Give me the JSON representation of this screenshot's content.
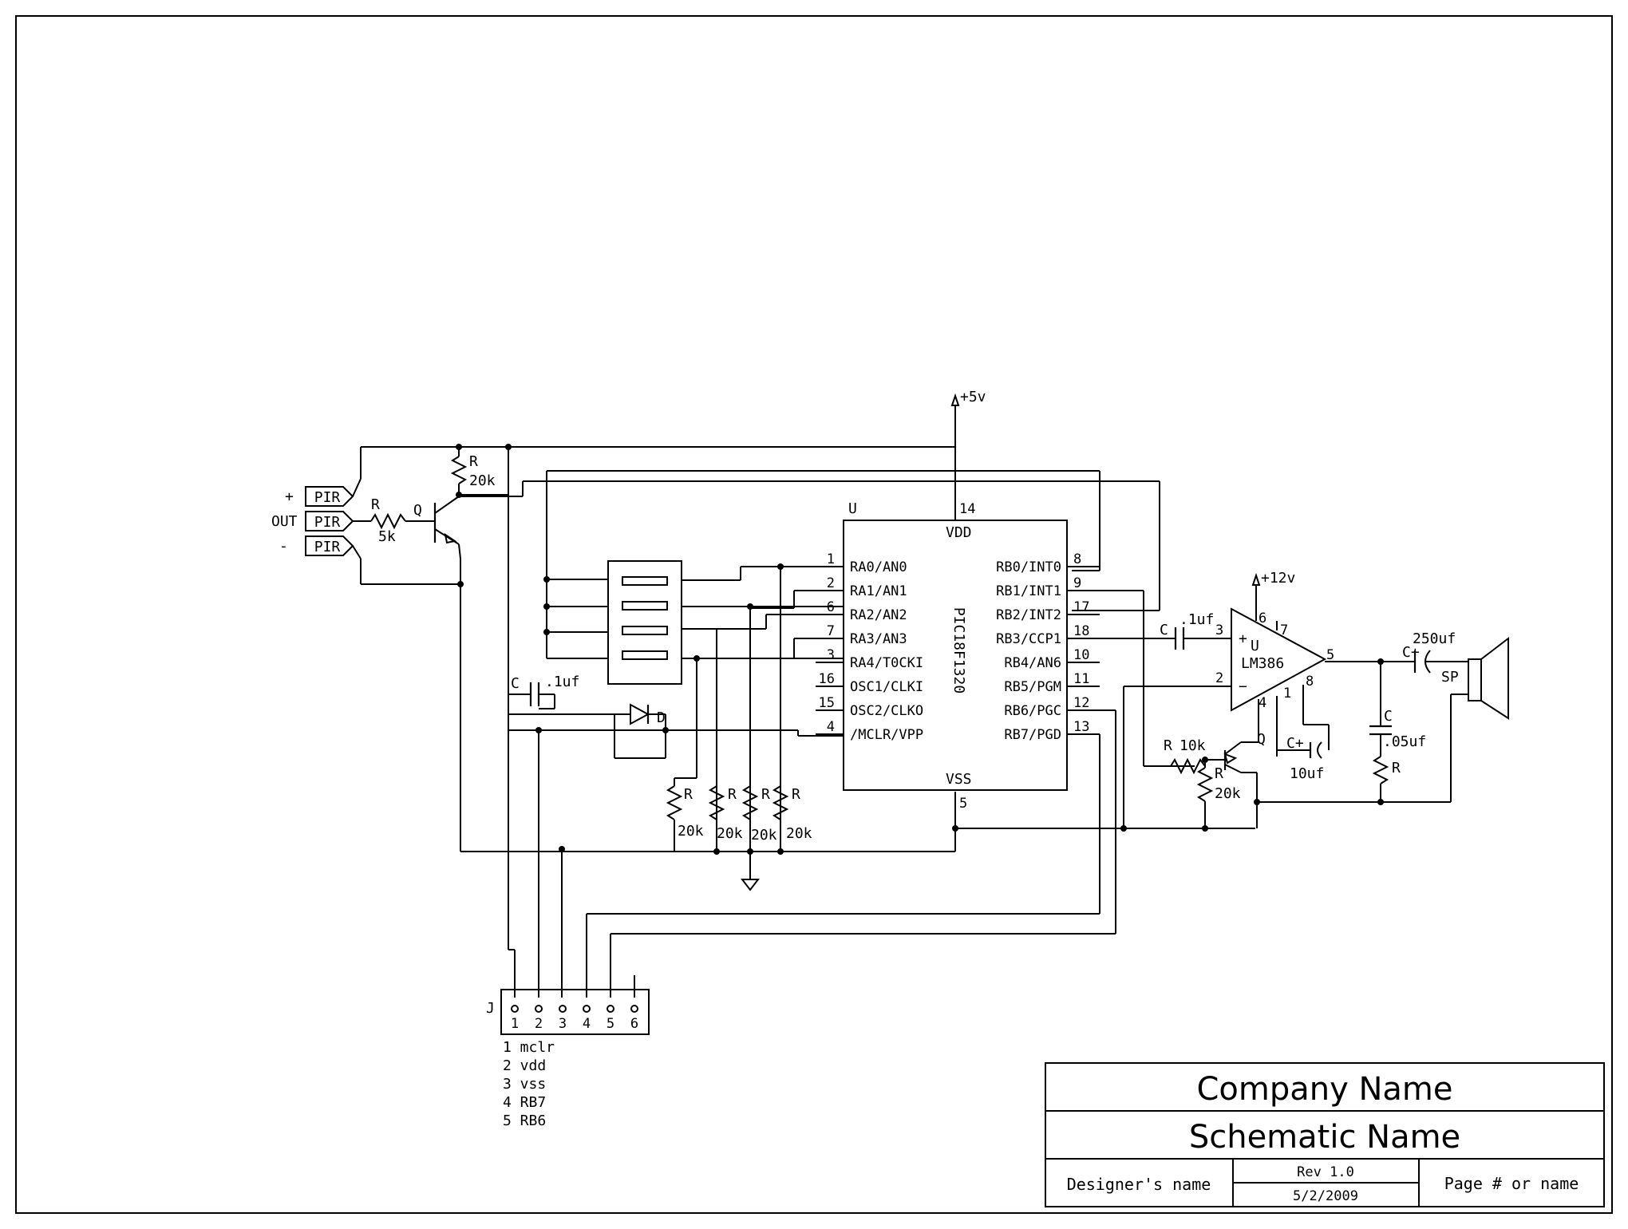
{
  "schematic": {
    "supply_5v": "+5v",
    "supply_12v": "+12v",
    "mcu": {
      "ref": "U",
      "part": "PIC18F1320",
      "vdd_label": "VDD",
      "vss_label": "VSS",
      "vdd_pin": "14",
      "vss_pin": "5",
      "left_pins": [
        {
          "num": "1",
          "name": "RA0/AN0"
        },
        {
          "num": "2",
          "name": "RA1/AN1"
        },
        {
          "num": "6",
          "name": "RA2/AN2"
        },
        {
          "num": "7",
          "name": "RA3/AN3"
        },
        {
          "num": "3",
          "name": "RA4/T0CKI"
        },
        {
          "num": "16",
          "name": "OSC1/CLKI"
        },
        {
          "num": "15",
          "name": "OSC2/CLKO"
        },
        {
          "num": "4",
          "name": "/MCLR/VPP"
        }
      ],
      "right_pins": [
        {
          "num": "8",
          "name": "RB0/INT0"
        },
        {
          "num": "9",
          "name": "RB1/INT1"
        },
        {
          "num": "17",
          "name": "RB2/INT2"
        },
        {
          "num": "18",
          "name": "RB3/CCP1"
        },
        {
          "num": "10",
          "name": "RB4/AN6"
        },
        {
          "num": "11",
          "name": "RB5/PGM"
        },
        {
          "num": "12",
          "name": "RB6/PGC"
        },
        {
          "num": "13",
          "name": "RB7/PGD"
        }
      ]
    },
    "pir": {
      "plus": "+",
      "out": "OUT",
      "minus": "-",
      "connector_label": "PIR"
    },
    "transistor_q1": {
      "ref": "Q"
    },
    "r_pir_out": {
      "ref": "R",
      "value": "5k"
    },
    "r_pullup": {
      "ref": "R",
      "value": "20k"
    },
    "cap_mclr": {
      "ref": "C",
      "value": ".1uf"
    },
    "diode": {
      "ref": "D"
    },
    "pulldowns": [
      {
        "ref": "R",
        "value": "20k"
      },
      {
        "ref": "R",
        "value": "20k"
      },
      {
        "ref": "R",
        "value": "20k"
      },
      {
        "ref": "R",
        "value": "20k"
      }
    ],
    "amp": {
      "ref": "U",
      "part": "LM386",
      "plus": "+",
      "minus": "−",
      "pins": {
        "p3": "3",
        "p2": "2",
        "p6": "6",
        "p7": "7",
        "p4": "4",
        "p1": "1",
        "p8": "8",
        "p5": "5"
      }
    },
    "cap_in": {
      "ref": "C",
      "value": ".1uf"
    },
    "cap_out": {
      "ref": "C+",
      "value": "250uf"
    },
    "cap_zobel": {
      "ref": "C",
      "value": ".05uf"
    },
    "r_zobel": {
      "ref": "R"
    },
    "cap_bypass": {
      "ref": "C+",
      "value": "10uf"
    },
    "speaker": {
      "ref": "SP"
    },
    "r_amp_base": {
      "ref": "R",
      "value": "10k"
    },
    "q_amp": {
      "ref": "Q"
    },
    "r_amp_pot": {
      "ref": "R",
      "value": "20k"
    },
    "header": {
      "ref": "J",
      "pins": [
        "1",
        "2",
        "3",
        "4",
        "5",
        "6"
      ],
      "legend": [
        "1 mclr",
        "2 vdd",
        "3 vss",
        "4 RB7",
        "5 RB6"
      ]
    }
  },
  "title_block": {
    "company": "Company Name",
    "schematic_name": "Schematic Name",
    "designer": "Designer's name",
    "rev": "Rev 1.0",
    "date": "5/2/2009",
    "page": "Page # or name"
  }
}
